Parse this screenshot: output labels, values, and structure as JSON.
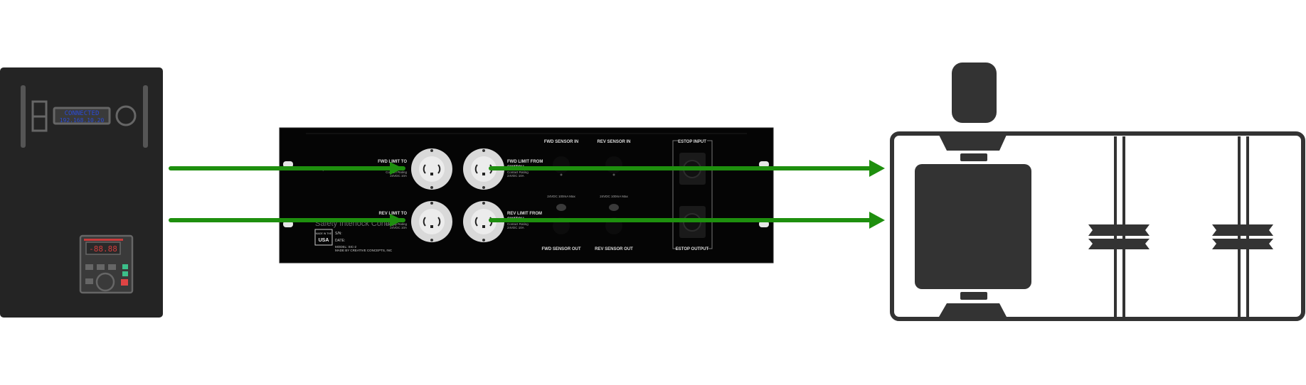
{
  "controller": {
    "display_line1": "CONNECTED",
    "display_line2": "192.168.10.20",
    "vfd_display": "-88.88"
  },
  "panel": {
    "fwd_limit_to": "FWD LIMIT TO",
    "fwd_limit_from": "FWD LIMIT FROM",
    "fwd_limit_from_2": "SWITCH",
    "rev_limit_to": "REV LIMIT TO",
    "rev_limit_from": "REV LIMIT FROM",
    "rev_limit_from_2": "SWITCH",
    "contact_rating": "Contact Rating",
    "rating_value": "24VDC 10A",
    "fwd_sensor_in": "FWD SENSOR IN",
    "rev_sensor_in": "REV SENSOR IN",
    "fwd_sensor_out": "FWD SENSOR OUT",
    "rev_sensor_out": "REV SENSOR OUT",
    "sensor_rating": "24VDC 100mA Max",
    "estop_input": "ESTOP INPUT",
    "estop_output": "ESTOP OUTPUT",
    "product_name": "Safety Interlock Control",
    "made_in": "MADE IN THE",
    "usa": "USA",
    "sn": "S/N:",
    "date": "DATE:",
    "model": "MODEL: SIC-2",
    "maker": "MADE BY CREATIVE CONCEPTS, INC"
  },
  "colors": {
    "arrow": "#1e8f0e",
    "dark": "#242424",
    "stroke": "#333333",
    "panel": "#050505",
    "display_text": "#2a4bd7",
    "vfd_red": "#d33c3c",
    "vfd_green": "#3cbf8a"
  }
}
